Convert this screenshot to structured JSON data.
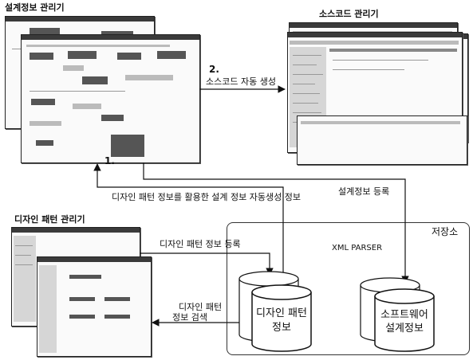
{
  "titles": {
    "design_manager": "설계정보 관리기",
    "source_manager": "소스코드 관리기",
    "pattern_manager": "디자인 패턴 관리기",
    "repository": "저장소"
  },
  "steps": {
    "step2_num": "2.",
    "step2_label": "소스코드 자동 생성",
    "step1_num": "1.",
    "step1_label": "디자인 패턴 정보를 활용한 설계 정보 자동생성 정보"
  },
  "flows": {
    "design_register": "설계정보 등록",
    "pattern_register": "디자인 패턴 정보 등록",
    "pattern_search_line1": "디자인 패턴",
    "pattern_search_line2": "정보 검색"
  },
  "repository": {
    "parser": "XML PARSER",
    "db_pattern_line1": "디자인 패턴",
    "db_pattern_line2": "정보",
    "db_software_line1": "소프트웨어",
    "db_software_line2": "설계정보"
  }
}
